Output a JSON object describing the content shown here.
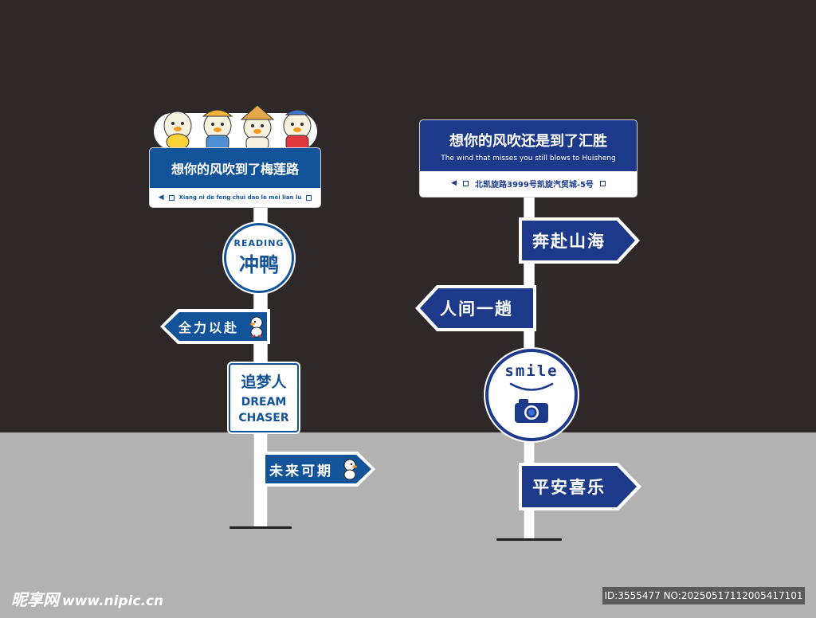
{
  "left_post": {
    "header_title": "想你的风吹到了梅莲路",
    "header_pinyin": "Xiang ni de feng chui dao le mei lian lu",
    "header_left_mark": "◀",
    "round_small": "READING",
    "round_big": "冲鸭",
    "arrow_1": "全力以赴",
    "rect_cn": "追梦人",
    "rect_en_1": "DREAM",
    "rect_en_2": "CHASER",
    "arrow_2": "未来可期"
  },
  "right_post": {
    "header_title": "想你的风吹还是到了汇胜",
    "header_subtitle": "The wind that misses you still blows to Huisheng",
    "header_address": "北凯旋路3999号凯旋汽贸城-5号",
    "header_left_mark": "◀",
    "arrow_1": "奔赴山海",
    "arrow_2": "人间一趟",
    "round_text": "smile",
    "arrow_3": "平安喜乐"
  },
  "watermark": {
    "brand": "昵享网",
    "url": "www.nipic.cn",
    "id_text": "ID:3555477 NO:20250517112005417101"
  },
  "colors": {
    "wall": "#2e2829",
    "floor": "#b2b2b2",
    "left_blue": "#13539a",
    "right_blue": "#1d3a8a"
  },
  "icons": [
    "duck-mascot-icon",
    "camera-icon",
    "smile-curve-icon",
    "duck-runner-icon"
  ]
}
